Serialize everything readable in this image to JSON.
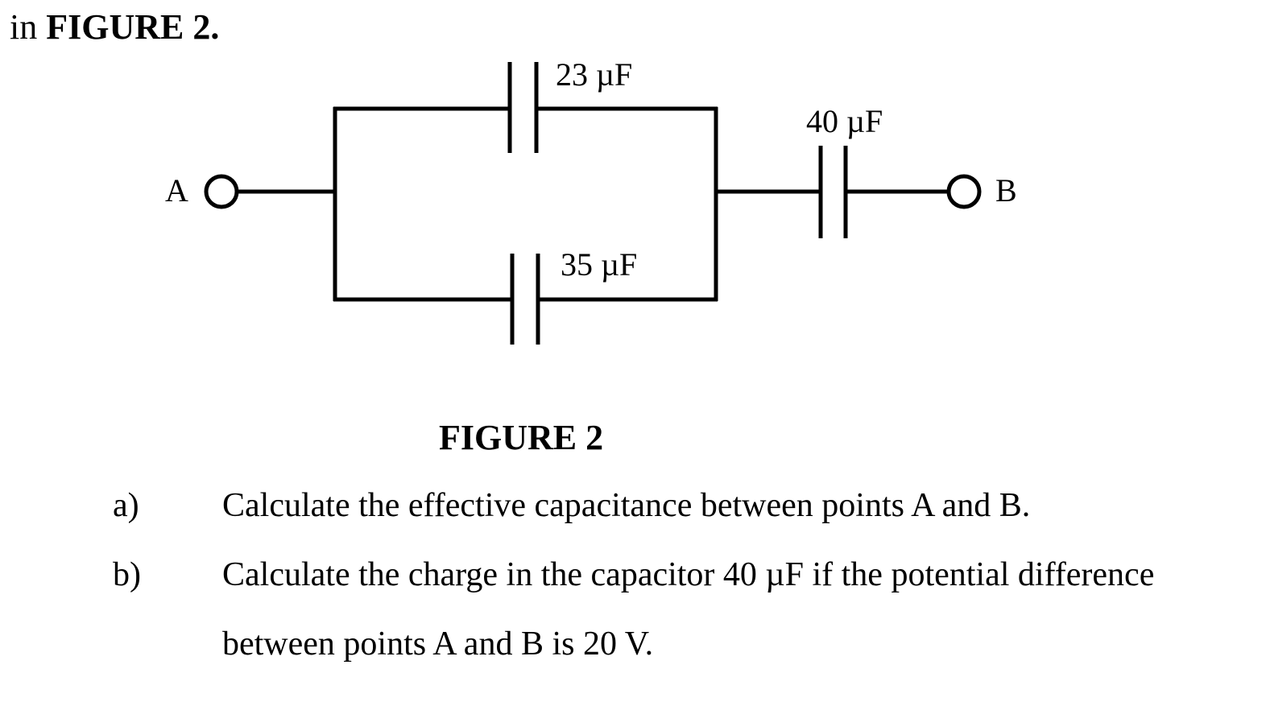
{
  "intro": {
    "prefix": "in ",
    "ref": "FIGURE 2."
  },
  "circuit": {
    "terminals": [
      {
        "id": "A",
        "label": "A"
      },
      {
        "id": "B",
        "label": "B"
      }
    ],
    "capacitors": [
      {
        "id": "c1",
        "label": "23 µF",
        "branch": "parallel-top"
      },
      {
        "id": "c2",
        "label": "35 µF",
        "branch": "parallel-bottom"
      },
      {
        "id": "c3",
        "label": "40 µF",
        "branch": "series"
      }
    ]
  },
  "caption": "FIGURE 2",
  "questions": [
    {
      "label": "a)",
      "lines": [
        "Calculate the effective capacitance between points A and B."
      ]
    },
    {
      "label": "b)",
      "lines": [
        "Calculate the charge in the capacitor 40 µF if the potential difference",
        "between points A and B is 20 V."
      ]
    }
  ]
}
